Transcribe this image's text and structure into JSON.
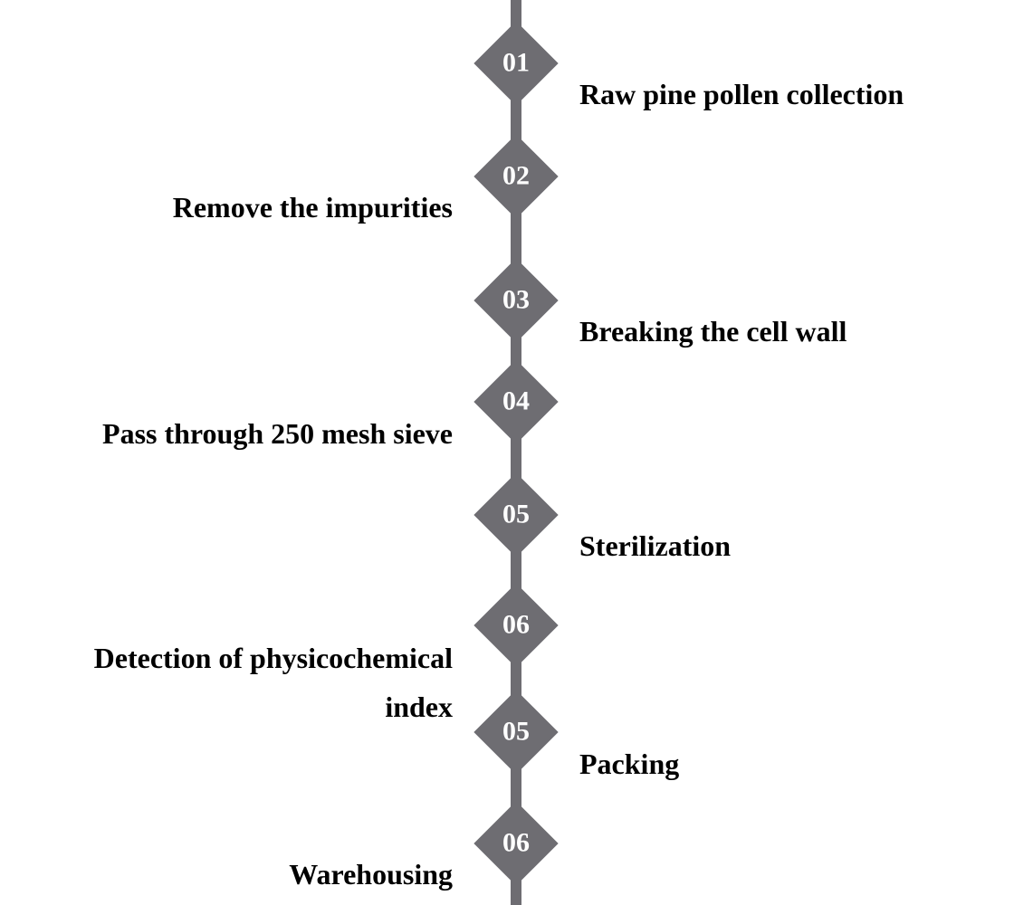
{
  "colors": {
    "accent": "#6e6d72"
  },
  "steps": [
    {
      "number": "01",
      "label": "Raw pine pollen collection",
      "side": "right"
    },
    {
      "number": "02",
      "label": "Remove the impurities",
      "side": "left"
    },
    {
      "number": "03",
      "label": "Breaking the cell wall",
      "side": "right"
    },
    {
      "number": "04",
      "label": "Pass through 250 mesh sieve",
      "side": "left"
    },
    {
      "number": "05",
      "label": "Sterilization",
      "side": "right"
    },
    {
      "number": "06",
      "label": "Detection of physicochemical",
      "label2": "index",
      "side": "left"
    },
    {
      "number": "05",
      "label": "Packing",
      "side": "right"
    },
    {
      "number": "06",
      "label": "Warehousing",
      "side": "left"
    }
  ]
}
